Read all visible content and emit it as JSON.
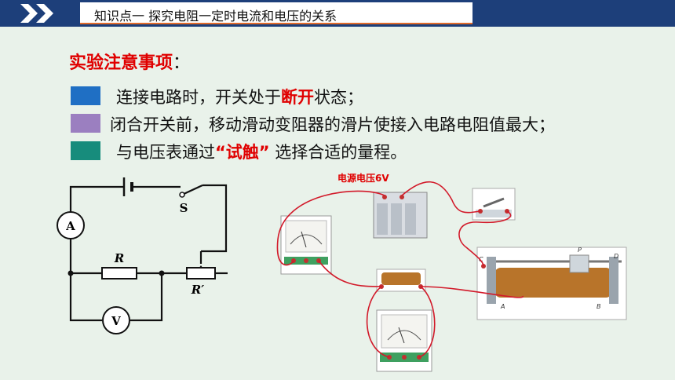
{
  "header": {
    "title": "知识点一  探究电阻一定时电流和电压的关系"
  },
  "heading": {
    "text": "实验注意事项",
    "colon": "："
  },
  "notes": [
    {
      "color": "#1f6fc4",
      "pre": "连接电路时，开关处于",
      "highlight": "断开",
      "post": "状态；"
    },
    {
      "color": "#9b7fc0",
      "pre": "闭合开关前，移动滑动变阻器的滑片使接入电路电阻值最大；",
      "highlight": "",
      "post": ""
    },
    {
      "color": "#178c7c",
      "pre": "与电压表通过",
      "highlight": "“试触”",
      "post": " 选择合适的量程。"
    }
  ],
  "circuit": {
    "ammeter": "A",
    "voltmeter": "V",
    "switch": "S",
    "resistor": "R",
    "rheostat": "R′"
  },
  "photo": {
    "power_label": "电源电压6V",
    "rheostat_letters": [
      "A",
      "B",
      "C",
      "D",
      "P"
    ]
  },
  "colors": {
    "topbar": "#1d3f7a",
    "accent_red": "#e00000",
    "background": "#e9f2ea"
  }
}
